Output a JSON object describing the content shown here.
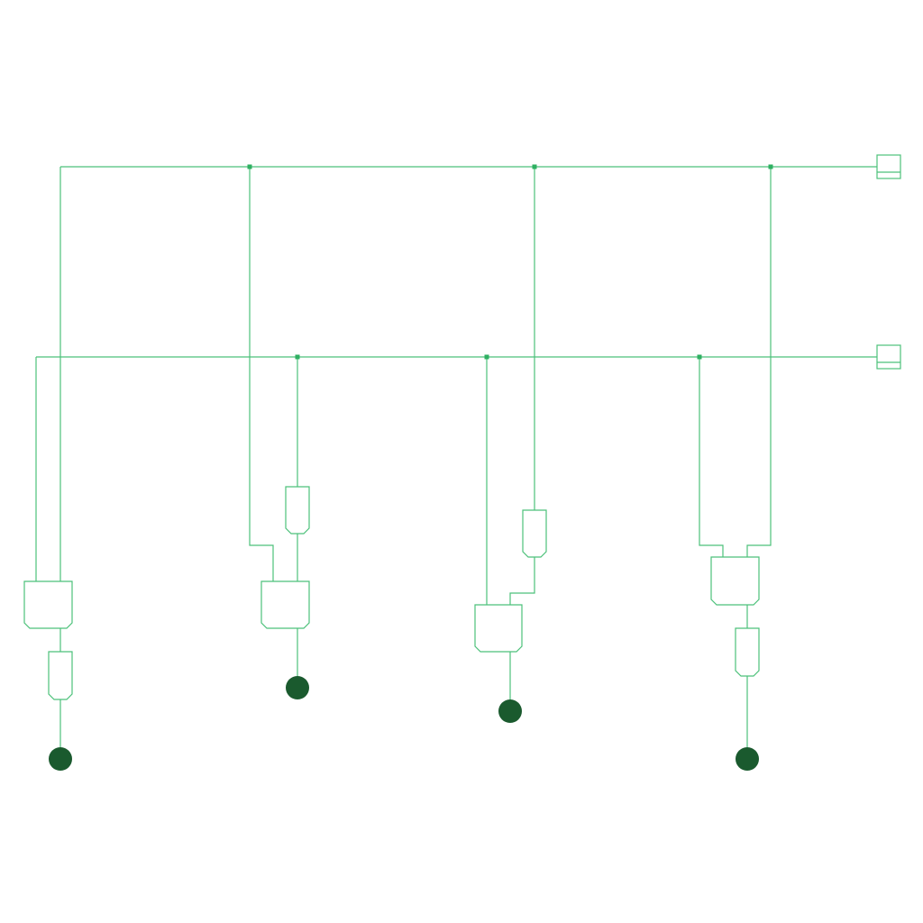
{
  "diagram": {
    "kind": "logic-circuit",
    "colors": {
      "wire": "#4cc17a",
      "junction": "#2fb062",
      "output_node": "#1a5a2e",
      "background": "#ffffff"
    },
    "input_ports": [
      {
        "name": "input-port-top"
      },
      {
        "name": "input-port-bottom"
      }
    ],
    "gates": [
      {
        "name": "gate-large-1",
        "shape": "two-input-gate"
      },
      {
        "name": "gate-small-1",
        "shape": "buffer-gate"
      },
      {
        "name": "gate-small-2",
        "shape": "buffer-gate"
      },
      {
        "name": "gate-large-2",
        "shape": "two-input-gate"
      },
      {
        "name": "gate-small-3",
        "shape": "buffer-gate"
      },
      {
        "name": "gate-large-3",
        "shape": "two-input-gate"
      },
      {
        "name": "gate-large-4",
        "shape": "two-input-gate"
      },
      {
        "name": "gate-small-4",
        "shape": "buffer-gate"
      }
    ],
    "output_nodes": [
      {
        "name": "output-node-1"
      },
      {
        "name": "output-node-2"
      },
      {
        "name": "output-node-3"
      },
      {
        "name": "output-node-4"
      }
    ]
  }
}
